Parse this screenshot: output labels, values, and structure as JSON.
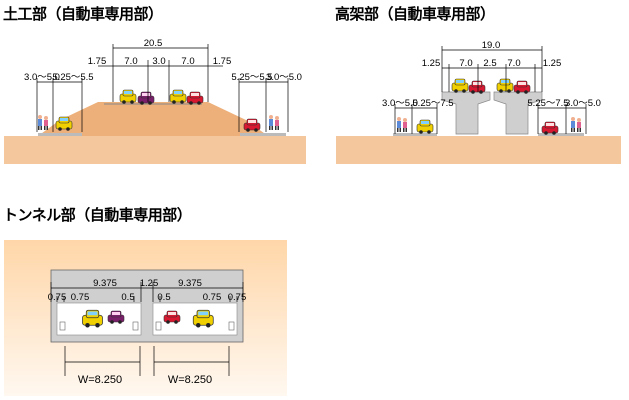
{
  "sections": {
    "earthwork": {
      "title": "土工部（自動車専用部）",
      "dims": {
        "total": "20.5",
        "left_shoulder": "1.75",
        "lane_l": "7.0",
        "median": "3.0",
        "lane_r": "7.0",
        "right_shoulder": "1.75",
        "side_l_walk": "3.0〜5.0",
        "side_l_road": "5.25〜5.5",
        "side_r_road": "5.25〜5.5",
        "side_r_walk": "3.0〜5.0"
      }
    },
    "viaduct": {
      "title": "高架部（自動車専用部）",
      "dims": {
        "total": "19.0",
        "left_shoulder": "1.25",
        "lane_l": "7.0",
        "median": "2.5",
        "lane_r": "7.0",
        "right_shoulder": "1.25",
        "side_l_walk": "3.0〜5.0",
        "side_l_road": "5.25〜7.5",
        "side_r_road": "5.25〜7.5",
        "side_r_walk": "3.0〜5.0"
      }
    },
    "tunnel": {
      "title": "トンネル部（自動車専用部）",
      "dims": {
        "bore_l": "9.375",
        "center_wall": "1.25",
        "bore_r": "9.375",
        "d1": "0.75",
        "d2": "0.75",
        "d3": "0.5",
        "d4": "0.5",
        "d5": "0.75",
        "d6": "0.75",
        "width_l": "W=8.250",
        "width_r": "W=8.250"
      }
    }
  },
  "colors": {
    "ground": "#f4c89c",
    "embankment": "#eeb07a",
    "concrete": "#cfcfcf",
    "tunnel_bg_top": "#ffd9b0",
    "tunnel_bg_bottom": "#fff6ec",
    "car_yellow": "#f0d000",
    "car_red": "#d81830",
    "car_purple": "#7a1f6a"
  }
}
